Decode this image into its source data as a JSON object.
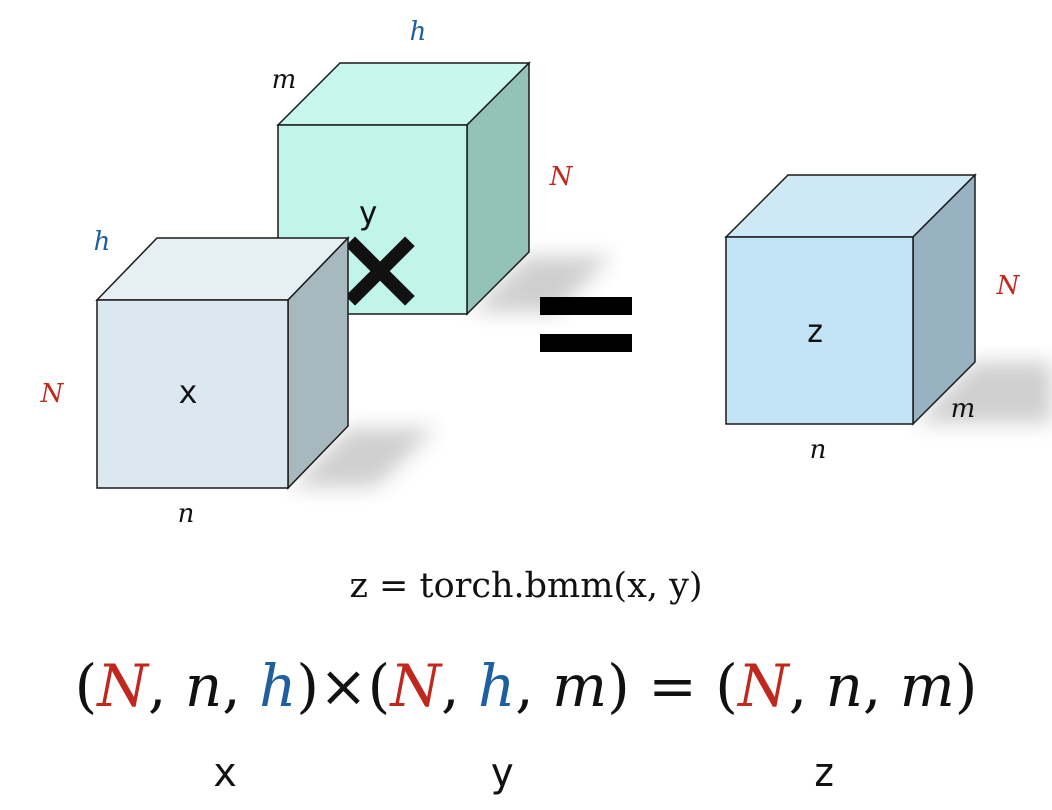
{
  "cubes": {
    "x": {
      "label": "x",
      "dims": {
        "top": "h",
        "side": "N",
        "bottom": "n"
      },
      "colors": {
        "front": "#dce8f0",
        "top": "#e6eff4",
        "side": "#a7b8bf"
      }
    },
    "y": {
      "label": "y",
      "dims": {
        "top": "h",
        "top_left": "m",
        "side": "N"
      },
      "colors": {
        "front": "#c2f5ea",
        "top": "#c8f7ee",
        "side": "#93c2b7"
      }
    },
    "z": {
      "label": "z",
      "dims": {
        "side": "N",
        "depth": "m",
        "bottom": "n"
      },
      "colors": {
        "front": "#c2e2f6",
        "top": "#cfe8f6",
        "side": "#98b2c2"
      }
    }
  },
  "operators": {
    "times": "×",
    "equals": "="
  },
  "code": "z = torch.bmm(x, y)",
  "formula": {
    "x_shape": {
      "open": "(",
      "N": "N",
      "sep1": ",",
      "n": "n",
      "sep2": ",",
      "h": "h",
      "close": ")"
    },
    "times": "×",
    "y_shape": {
      "open": "(",
      "N": "N",
      "sep1": ",",
      "h": "h",
      "sep2": ",",
      "m": "m",
      "close": ")"
    },
    "equals": "=",
    "z_shape": {
      "open": "(",
      "N": "N",
      "sep1": ",",
      "n": "n",
      "sep2": ",",
      "m": "m",
      "close": ")"
    }
  },
  "bottom_labels": {
    "x": "x",
    "y": "y",
    "z": "z"
  },
  "colors": {
    "batch_dim": "#c0281e",
    "shared_dim": "#1f5fa0",
    "other_dim": "#111111",
    "outline": "#1a1a1a"
  }
}
